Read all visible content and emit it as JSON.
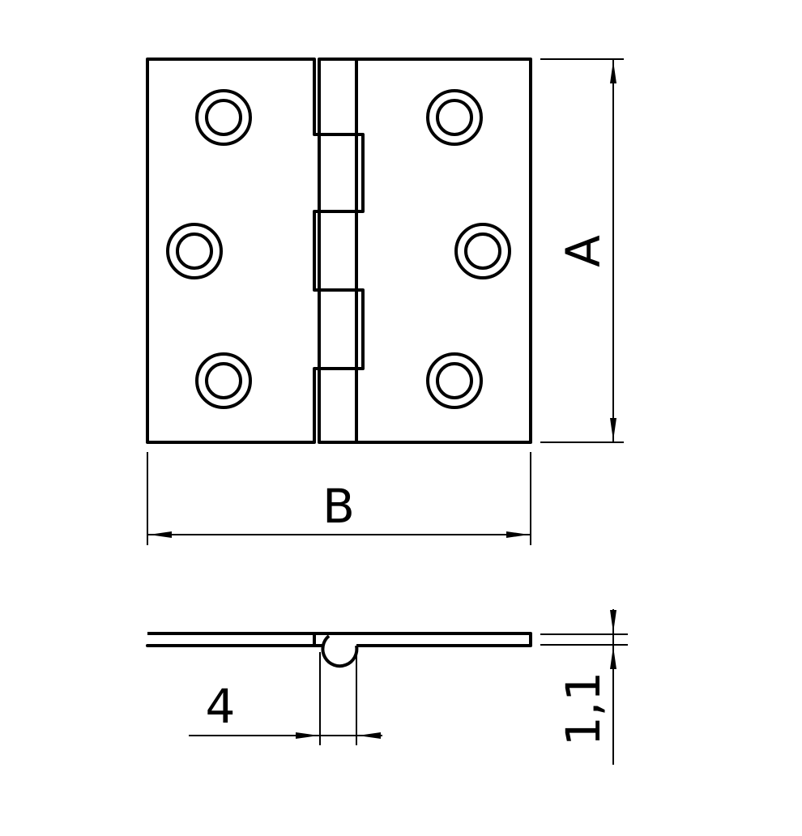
{
  "drawing": {
    "title": "Butt hinge",
    "front_view": {
      "dimension_height_label": "A",
      "dimension_width_label": "B",
      "holes_per_leaf": 3
    },
    "side_view": {
      "dimension_knuckle_label": "4",
      "dimension_thickness_label": "1,1"
    },
    "colors": {
      "line": "#000000",
      "background": "#ffffff"
    }
  }
}
